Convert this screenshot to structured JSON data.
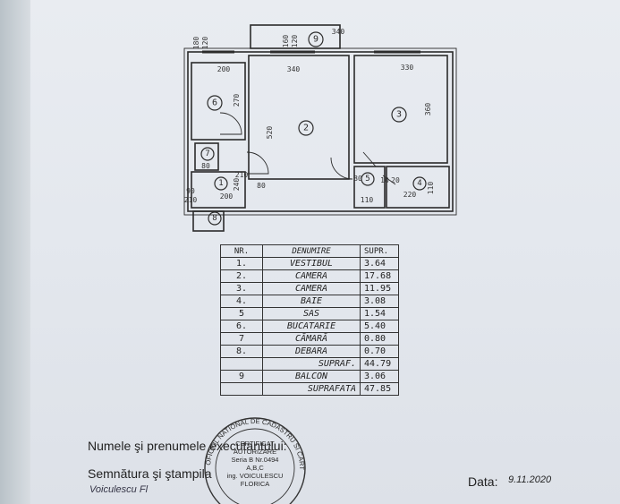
{
  "plan": {
    "room_numbers": [
      "6",
      "2",
      "3",
      "7",
      "1",
      "5",
      "4",
      "8",
      "9"
    ],
    "dimensions": [
      "180",
      "120",
      "200",
      "340",
      "330",
      "270",
      "520",
      "360",
      "80",
      "210",
      "110",
      "240",
      "90",
      "200",
      "80",
      "210",
      "80",
      "220",
      "110",
      "340",
      "160",
      "120",
      "10",
      "20"
    ]
  },
  "table": {
    "header": {
      "nr": "NR.",
      "denumire": "DENUMIRE",
      "supr": "SUPR."
    },
    "rows": [
      {
        "nr": "1.",
        "name": "VESTIBUL",
        "area": "3.64"
      },
      {
        "nr": "2.",
        "name": "CAMERA",
        "area": "17.68"
      },
      {
        "nr": "3.",
        "name": "CAMERA",
        "area": "11.95"
      },
      {
        "nr": "4.",
        "name": "BAIE",
        "area": "3.08"
      },
      {
        "nr": "5",
        "name": "SAS",
        "area": "1.54"
      },
      {
        "nr": "6.",
        "name": "BUCATARIE",
        "area": "5.40"
      },
      {
        "nr": "7",
        "name": "CĂMARĂ",
        "area": "0.80"
      },
      {
        "nr": "8.",
        "name": "DEBARA",
        "area": "0.70"
      },
      {
        "nr": "",
        "name": "SUPRAF.",
        "area": "44.79"
      },
      {
        "nr": "9",
        "name": "BALCON",
        "area": "3.06"
      },
      {
        "nr": "",
        "name": "SUPRAFATA",
        "area": "47.85"
      }
    ]
  },
  "footer": {
    "name_label": "Numele şi prenumele executantului:",
    "sign_label": "Semnătura şi ştampila",
    "signature": "Voiculescu Fl",
    "date_label": "Data:",
    "date_value": "9.11.2020"
  },
  "stamp": {
    "arc_text": "OFICIUL NATIONAL DE CADASTRU SI CARTOGRAFIE",
    "line1": "CERTIFICAT",
    "line2": "AUTORIZARE",
    "line3": "Seria B Nr.0494",
    "line4": "A,B,C",
    "line5": "ing. VOICULESCU",
    "line6": "FLORICA"
  },
  "colors": {
    "ink": "#2b2b2b",
    "paper": "#e6e9ee"
  }
}
